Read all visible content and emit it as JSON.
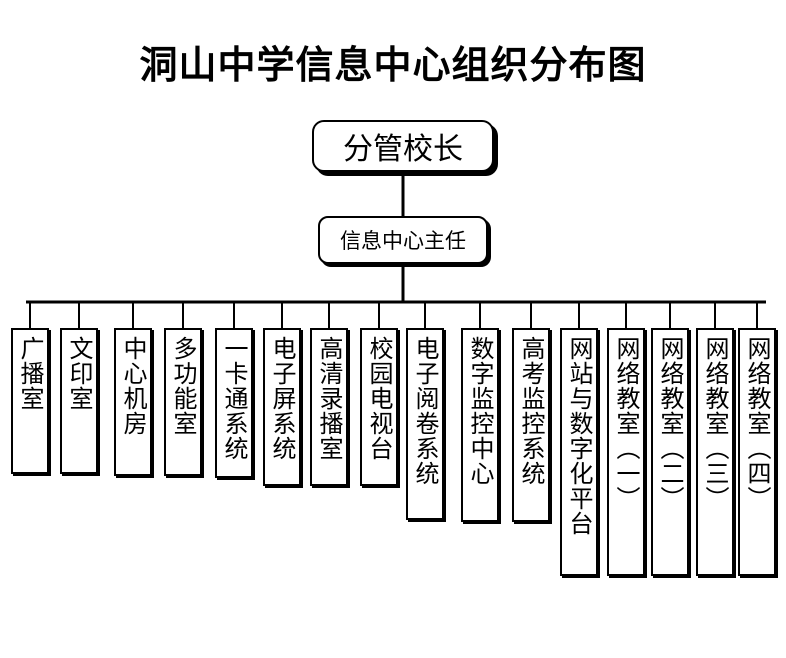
{
  "title": "洞山中学信息中心组织分布图",
  "root": "分管校长",
  "level2": "信息中心主任",
  "leaves": [
    "广播室",
    "文印室",
    "中心机房",
    "多功能室",
    "一卡通系统",
    "电子屏系统",
    "高清录播室",
    "校园电视台",
    "电子阅卷系统",
    "数字监控中心",
    "高考监控系统",
    "网站与数字化平台",
    "网络教室（一）",
    "网络教室（二）",
    "网络教室（三）",
    "网络教室（四）"
  ]
}
